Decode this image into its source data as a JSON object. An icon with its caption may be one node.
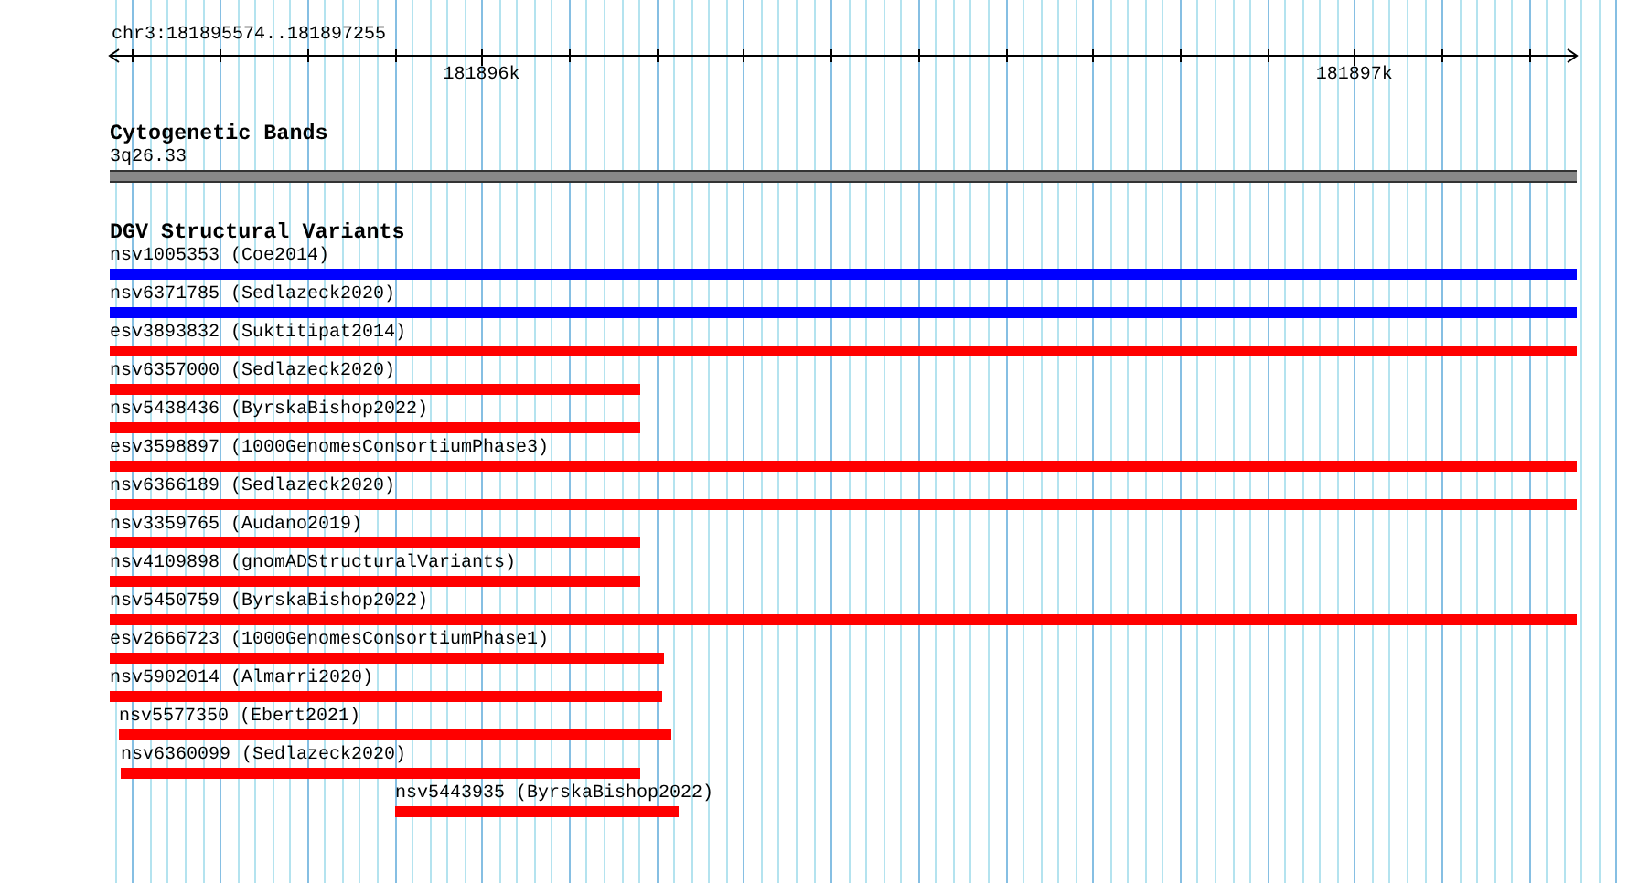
{
  "diagram": {
    "nodes": [
      {
        "text": [
          "3q26.33"
        ]
      },
      {
        "text": [
          "nsv1005353 (Coe2014)"
        ]
      },
      {
        "text": [
          "nsv6371785 (Sedlazeck2020)"
        ]
      },
      {
        "text": [
          "esv3893832 (Suktitipat2014)"
        ]
      },
      {
        "text": [
          "nsv6357000 (Sedlazeck2020)"
        ]
      },
      {
        "text": [
          "nsv5438436 (ByrskaBishop2022)"
        ]
      },
      {
        "text": [
          "esv3598897 (1000GenomesConsortiumPhase3)"
        ]
      },
      {
        "text": [
          "nsv6366189 (Sedlazeck2020)"
        ]
      },
      {
        "text": [
          "nsv3359765 (Audano2019)"
        ]
      },
      {
        "text": [
          "nsv4109898 (gnomADStructuralVariants)"
        ]
      },
      {
        "text": [
          "nsv5450759 (ByrskaBishop2022)"
        ]
      },
      {
        "text": [
          "esv2666723 (1000GenomesConsortiumPhase1)"
        ]
      },
      {
        "text": [
          "nsv5902014 (Almarri2020)"
        ]
      },
      {
        "text": [
          "nsv5577350 (Ebert2021)"
        ]
      },
      {
        "text": [
          "nsv6360099 (Sedlazeck2020)"
        ]
      },
      {
        "text": [
          "nsv5443935 (ByrskaBishop2022)"
        ]
      }
    ],
    "labels": [
      "chr3:181895574..181897255",
      "181896k",
      "181897k",
      "Cytogenetic Bands",
      "DGV Structural Variants"
    ]
  }
}
